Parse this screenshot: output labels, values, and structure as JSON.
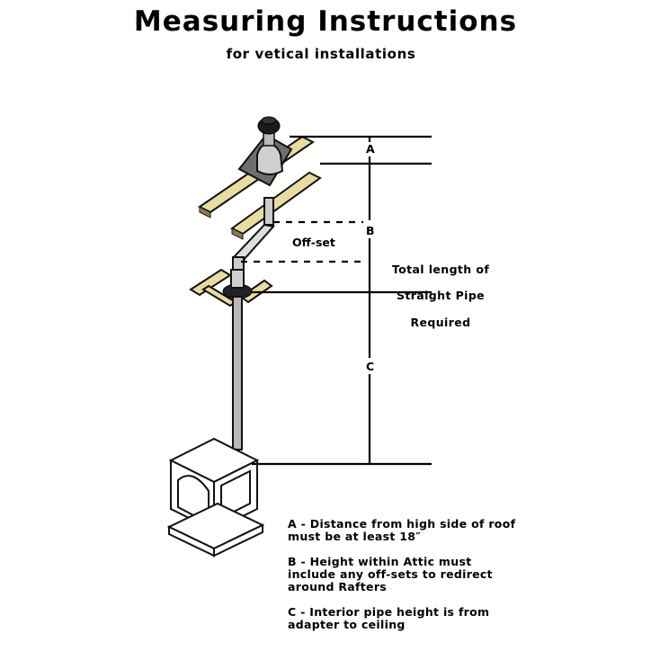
{
  "header": {
    "title": "Measuring Instructions",
    "subtitle": "for vetical installations"
  },
  "diagram": {
    "labels": {
      "a": "A",
      "b": "B",
      "c": "C",
      "offset": "Off-set"
    },
    "side_caption": [
      "Total length of",
      "Straight Pipe",
      "Required"
    ],
    "colors": {
      "line": "#000000",
      "rafter_wood": "#e8dca0",
      "flashing": "#6e6e6e",
      "pipe": "#9a9a9a"
    }
  },
  "notes": [
    "A - Distance from high side of roof must be at least 18″",
    "B - Height within Attic must include any off-sets to redirect around Rafters",
    "C - Interior pipe height is from adapter to ceiling"
  ]
}
